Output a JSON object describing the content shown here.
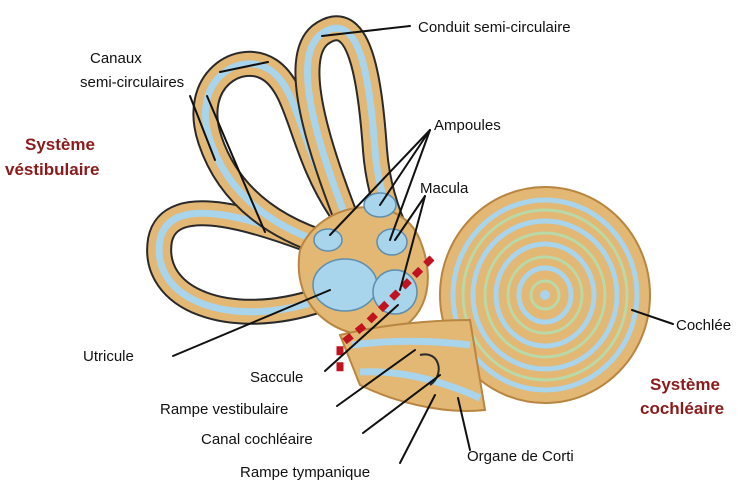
{
  "labels": {
    "conduit": "Conduit semi-circulaire",
    "canaux_line1": "Canaux",
    "canaux_line2": "semi-circulaires",
    "ampoules": "Ampoules",
    "macula": "Macula",
    "utricule": "Utricule",
    "saccule": "Saccule",
    "rampe_vestibulaire": "Rampe vestibulaire",
    "canal_cochleaire": "Canal cochléaire",
    "rampe_tympanique": "Rampe tympanique",
    "organe_corti": "Organe de Corti",
    "cochlee": "Cochlée"
  },
  "systems": {
    "vestibulaire_line1": "Système",
    "vestibulaire_line2": "véstibulaire",
    "cochleaire_line1": "Système",
    "cochleaire_line2": "cochléaire"
  },
  "colors": {
    "bone": "#e3b774",
    "bone_dark": "#b88640",
    "canal_fluid": "#a8d4ec",
    "outline": "#2a2a2a",
    "system_label": "#8b1a1a",
    "divider": "#c0121f"
  }
}
